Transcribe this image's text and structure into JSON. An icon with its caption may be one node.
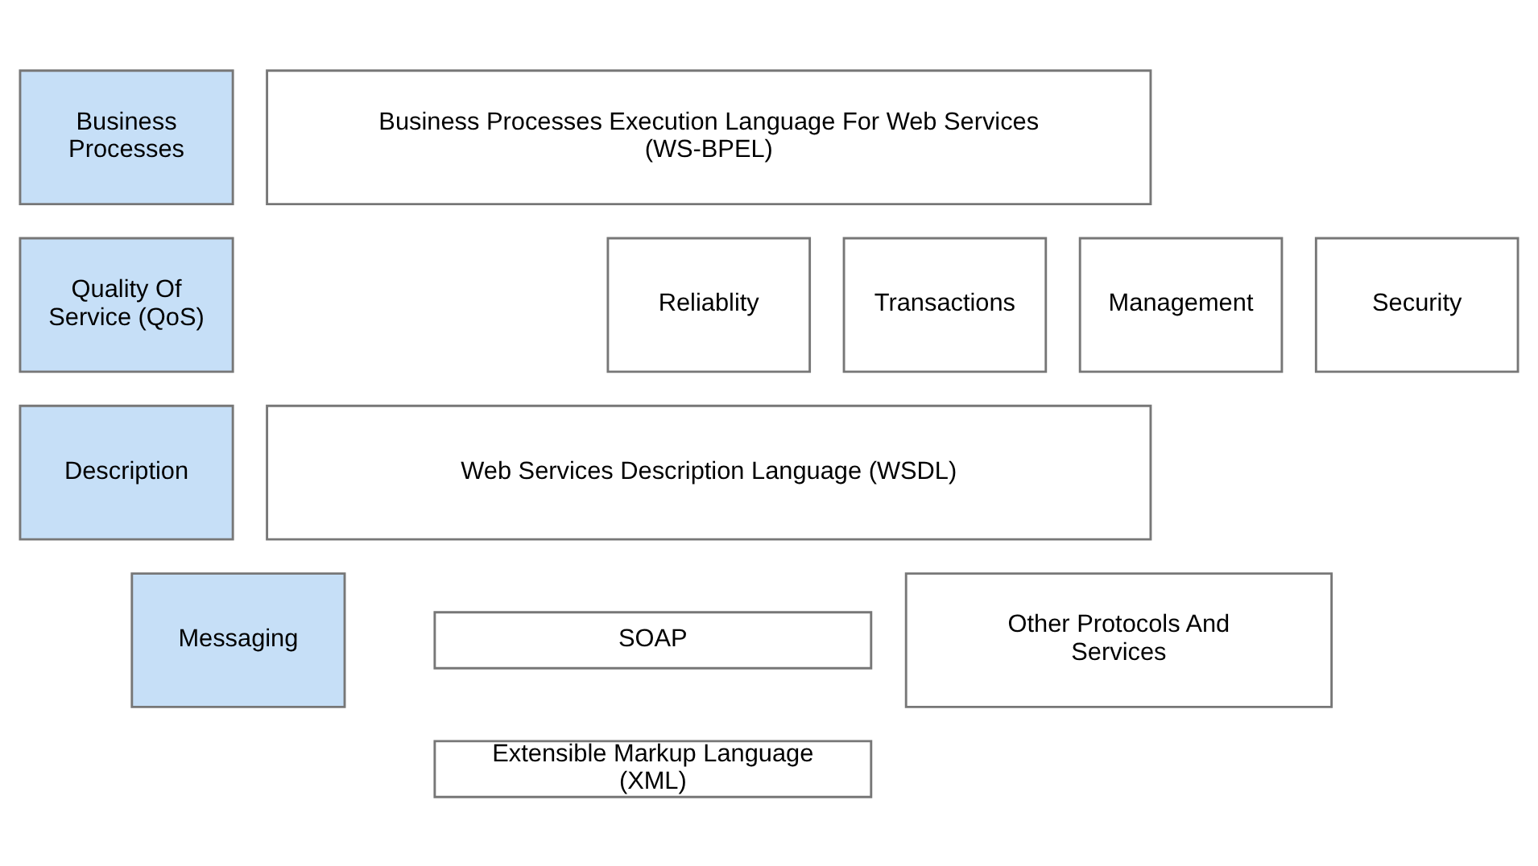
{
  "diagram": {
    "nodes": [
      {
        "text": [
          "Business Processes"
        ]
      },
      {
        "text": [
          "Business Processes Execution Language For Web Services (WS-BPEL)"
        ]
      },
      {
        "text": [
          "Quality Of Service (QoS)"
        ]
      },
      {
        "text": [
          "Reliablity"
        ]
      },
      {
        "text": [
          "Transactions"
        ]
      },
      {
        "text": [
          "Management"
        ]
      },
      {
        "text": [
          "Security"
        ]
      },
      {
        "text": [
          "Description"
        ]
      },
      {
        "text": [
          "Web Services Description Language (WSDL)"
        ]
      },
      {
        "text": [
          "Messaging"
        ]
      },
      {
        "text": [
          "SOAP"
        ]
      },
      {
        "text": [
          "Extensible Markup Language (XML)"
        ]
      },
      {
        "text": [
          "Other Protocols And Services"
        ]
      }
    ]
  }
}
